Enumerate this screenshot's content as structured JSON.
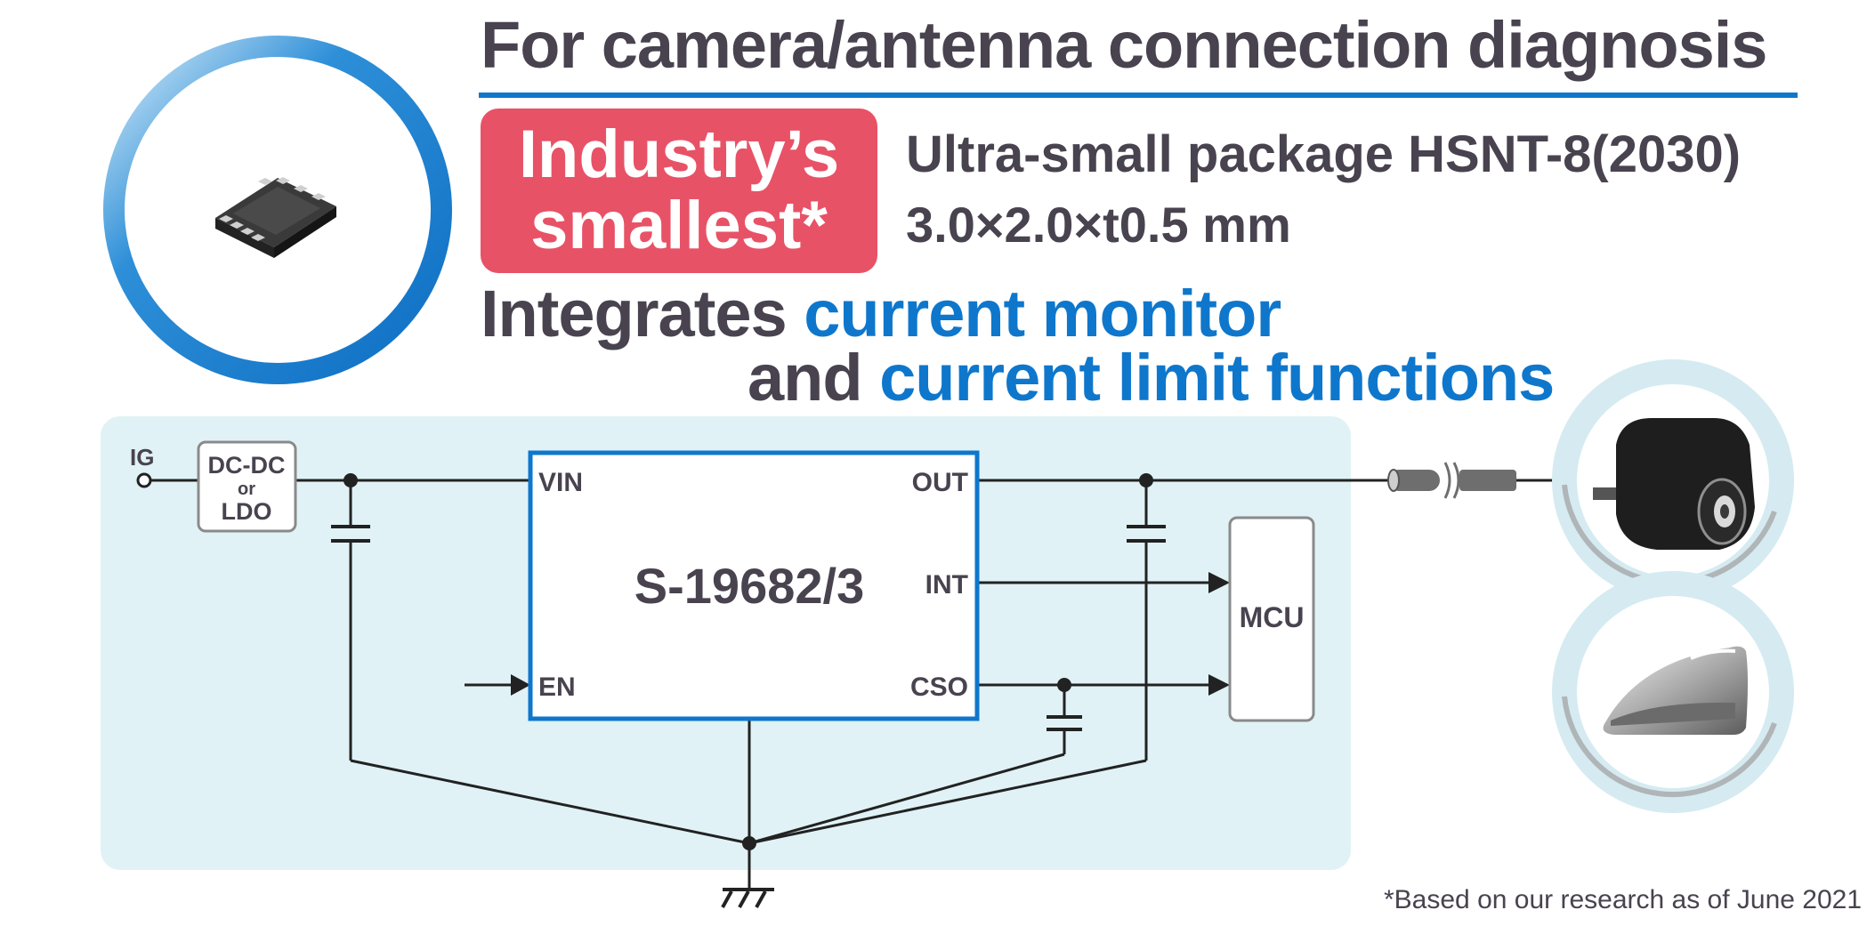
{
  "headline": "For camera/antenna connection diagnosis",
  "badge": {
    "line1": "Industry’s",
    "line2": "smallest*"
  },
  "package": {
    "line1": "Ultra-small package HSNT-8(2030)",
    "line2": "3.0×2.0×t0.5 mm"
  },
  "features": {
    "part1": "Integrates ",
    "part2": "current monitor",
    "part3": "and ",
    "part4": "current limit functions"
  },
  "circuit": {
    "input_label": "IG",
    "regulator_line1": "DC-DC",
    "regulator_line2": "or",
    "regulator_line3": "LDO",
    "ic_name": "S-19682/3",
    "pin_vin": "VIN",
    "pin_en": "EN",
    "pin_out": "OUT",
    "pin_int": "INT",
    "pin_cso": "CSO",
    "mcu_label": "MCU"
  },
  "footnote": "*Based on our research as of June 2021",
  "colors": {
    "accent_blue": "#0e77cc",
    "badge_red": "#e85266",
    "text_dark": "#48434f",
    "panel_bg": "#e0f2f6",
    "wire": "#222222"
  }
}
